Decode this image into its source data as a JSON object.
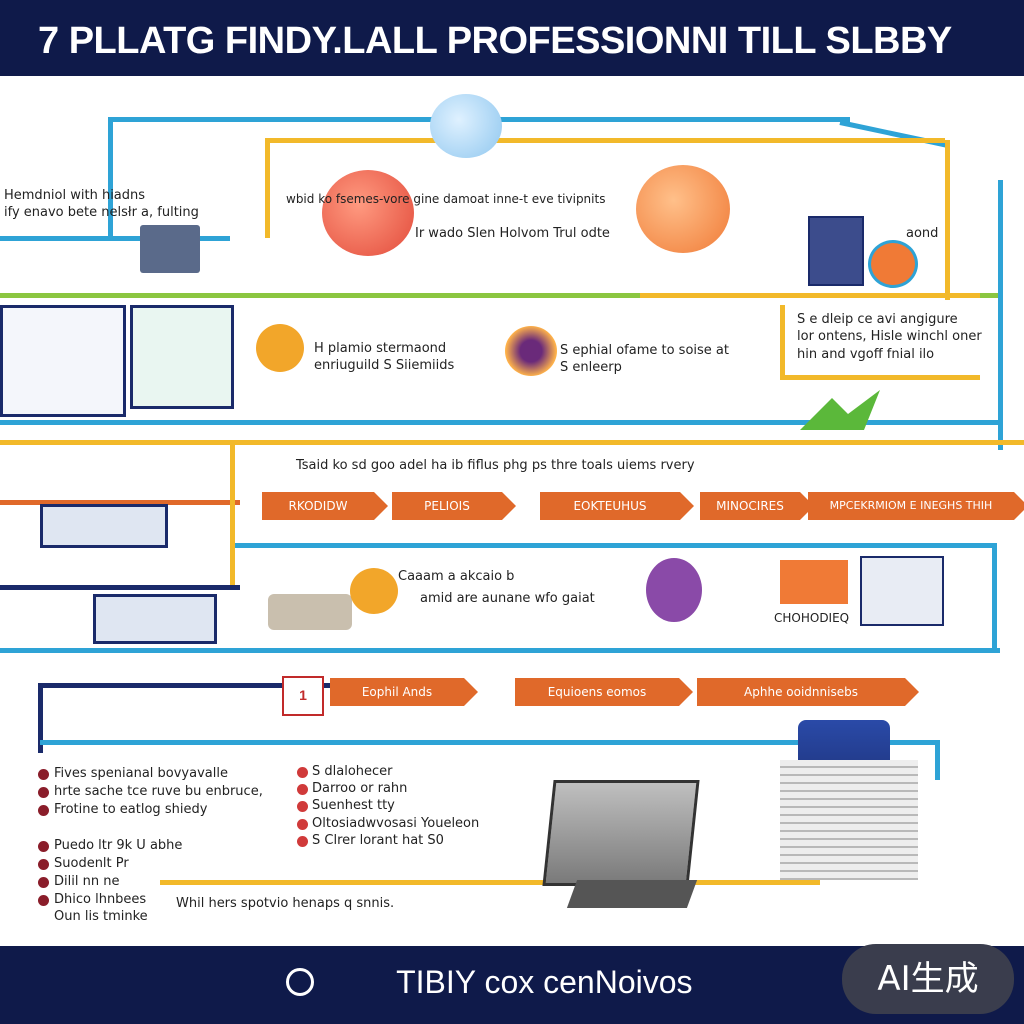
{
  "header": {
    "title": "7 PLLATG FINDY.LALL PROFESSIONNI TILL SLBBY"
  },
  "footer": {
    "text": "            TIBIY cox cenNoivos"
  },
  "badge": {
    "label": "AI生成"
  },
  "texts": {
    "top_left": [
      "Hemdniol with hiadns",
      "ify enavo bete nelsłr a, fulting"
    ],
    "center_top": "wbid ko fsemes-vore gine damoat inne-t eve tivipnits",
    "center_sub": "Ir wado Slen Holvom Trul odte",
    "right_mid_label": "aond",
    "mid_left": [
      "H plamio stermaond",
      "enriuguild S Siiemiids"
    ],
    "mid_center": [
      "S ephial ofame to soise at",
      "S enleerp"
    ],
    "mid_right": [
      "S e dleip ce avi angigure",
      "lor ontens, Hisle winchl oner",
      "hin and vgoff fnial ilo"
    ],
    "row_heading": "Tsaid ko sd goo adel ha ib  fiflus  phg ps thre toals uiems rvery",
    "row3": [
      "Caaam  a  akcaio b",
      "amid are aunane wfo gaiat"
    ],
    "row3_right": "CHOHODIEQ",
    "bottom_left": [
      "Fives spenianal bovyavalle",
      "hrte sache tce ruve bu enbruce,",
      "Frotine to eatlog shiedy",
      "Puedo ltr   9k U abhe",
      "Suodenlt   Pr",
      "Dilil  nn  ne",
      "Dhico  lhnbees",
      "Oun lis tminke"
    ],
    "bottom_center": [
      "S dlalohecer",
      "Darroo or rahn",
      "Suenhest tty",
      "Oltosiadwvosasi Youeleon",
      "S Clrer lorant hat S0"
    ],
    "bottom_caption": "Whil hers spotvio henaps q snnis."
  },
  "steps_row1": [
    "RKODIDW",
    "PELIOIS",
    "EOKTEUHUS",
    "MINOCIRES",
    "MPCEKRMIOM E INEGHS THIH"
  ],
  "steps_row2": [
    "1",
    "Eophil  Ands",
    "Equioens eomos",
    "Aphhe      ooidnnisebs"
  ],
  "colors": {
    "navy": "#0f1a4a",
    "orange": "#e0692a",
    "yellow": "#f2b92a",
    "blue": "#2ea3d6",
    "green": "#8bc640",
    "maroon": "#8a1d2a"
  }
}
